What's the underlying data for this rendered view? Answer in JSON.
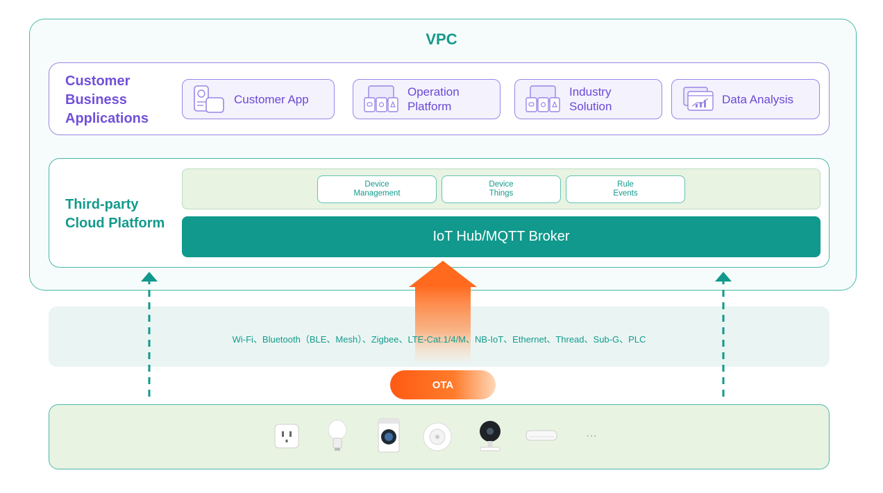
{
  "vpc": {
    "title": "VPC"
  },
  "business": {
    "title_lines": [
      "Customer",
      "Business",
      "Applications"
    ],
    "apps": [
      {
        "lines": [
          "Customer App"
        ],
        "icon": "mobile-app-icon"
      },
      {
        "lines": [
          "Operation",
          "Platform"
        ],
        "icon": "dashboard-icon"
      },
      {
        "lines": [
          "Industry",
          "Solution"
        ],
        "icon": "dashboard-icon"
      },
      {
        "lines": [
          "Data Analysis"
        ],
        "icon": "chart-window-icon"
      }
    ]
  },
  "cloud": {
    "title_lines": [
      "Third-party",
      "Cloud Platform"
    ],
    "modules": [
      {
        "lines": [
          "Device",
          "Management"
        ]
      },
      {
        "lines": [
          "Device",
          "Things"
        ]
      },
      {
        "lines": [
          "Rule",
          "Events"
        ]
      }
    ],
    "broker": "IoT Hub/MQTT Broker"
  },
  "protocols": "Wi-Fi、Bluetooth（BLE、Mesh）、Zigbee、LTE-Cat.1/4/M、NB-IoT、Ethernet、Thread、Sub-G、PLC",
  "ota": "OTA",
  "devices": {
    "icons": [
      "smart-plug-icon",
      "smart-bulb-icon",
      "washing-machine-icon",
      "smoke-detector-icon",
      "camera-icon",
      "gateway-icon",
      "more-icon"
    ],
    "more": "···"
  },
  "colors": {
    "teal": "#10998c",
    "purple": "#7150d8",
    "orange": "#ff6a1f",
    "green_bg": "#e8f3e2"
  }
}
